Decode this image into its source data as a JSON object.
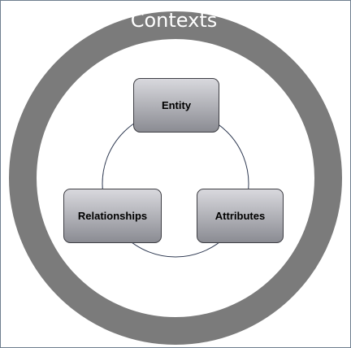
{
  "diagram": {
    "ring_label": "Contexts",
    "nodes": [
      {
        "id": "entity",
        "label": "Entity"
      },
      {
        "id": "attributes",
        "label": "Attributes"
      },
      {
        "id": "relationships",
        "label": "Relationships"
      }
    ]
  },
  "colors": {
    "ring": "#7b7b7b",
    "frame": "#6f7f8f",
    "box_top": "#d9d9de",
    "box_bottom": "#8a8b92",
    "box_border": "#3e3e44",
    "cycle_line": "#2f3a52"
  }
}
